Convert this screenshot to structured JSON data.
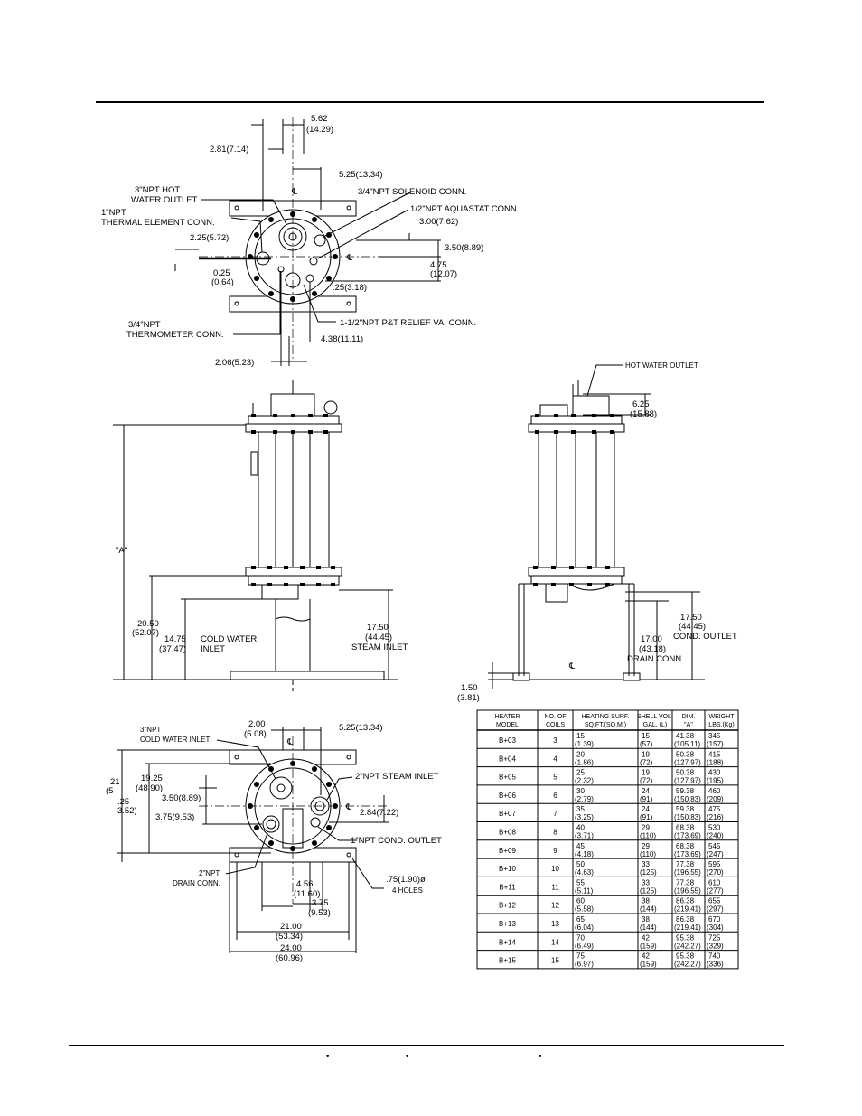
{
  "top_view": {
    "dim_5_62": "5.62",
    "dim_5_62_m": "(14.29)",
    "dim_2_81": "2.81(7.14)",
    "dim_5_25": "5.25(13.34)",
    "hot_outlet_1": "3\"NPT HOT",
    "hot_outlet_2": "WATER OUTLET",
    "solenoid": "3/4\"NPT SOLENOID CONN.",
    "thermal_1": "1\"NPT",
    "thermal_2": "THERMAL ELEMENT CONN.",
    "aquastat": "1/2\"NPT AQUASTAT CONN.",
    "dim_3_00": "3.00(7.62)",
    "dim_2_25": "2.25(5.72)",
    "dim_3_50": "3.50(8.89)",
    "dim_4_75": "4.75",
    "dim_4_75_m": "(12.07)",
    "dim_0_25": "0.25",
    "dim_0_25_m": "(0.64)",
    "dim_125": ".25(3.18)",
    "thermometer_1": "3/4\"NPT",
    "thermometer_2": "THERMOMETER CONN.",
    "relief": "1-1/2\"NPT P&T RELIEF VA. CONN.",
    "dim_4_38": "4.38(11.11)",
    "dim_2_06": "2.06(5.23)",
    "cl": "℄"
  },
  "front_view": {
    "dim_a": "\"A\"",
    "dim_20_50": "20.50",
    "dim_20_50_m": "(52.07)",
    "dim_14_75": "14.75",
    "dim_14_75_m": "(37.47)",
    "cold_1": "COLD WATER",
    "cold_2": "INLET",
    "dim_17_50": "17.50",
    "dim_17_50_m": "(44.45)",
    "steam_inlet": "STEAM INLET"
  },
  "side_view": {
    "hot_outlet": "HOT WATER OUTLET",
    "dim_6_25": "6.25",
    "dim_6_25_m": "(15.88)",
    "dim_17_50": "17.50",
    "dim_17_50_m": "(44.45)",
    "cond_outlet": "COND. OUTLET",
    "dim_17_00": "17.00",
    "dim_17_00_m": "(43.18)",
    "drain_conn": "DRAIN CONN.",
    "dim_1_50": "1.50",
    "dim_1_50_m": "(3.81)",
    "cl": "℄"
  },
  "bottom_view": {
    "cold_inlet_1": "3\"NPT",
    "cold_inlet_2": "COLD WATER INLET",
    "dim_2_00": "2.00",
    "dim_2_00_m": "(5.08)",
    "dim_5_25": "5.25(13.34)",
    "steam_inlet": "2\"NPT STEAM INLET",
    "dim_19_25": "19.25",
    "dim_19_25_m": "(48.90)",
    "dim_21": "21",
    "dim_21_m": "(5",
    "dim_1_25": ".25",
    "dim_1_25_m": "3.52)",
    "dim_3_50": "3.50(8.89)",
    "dim_2_84": "2.84(7.22)",
    "dim_3_75": "3.75(9.53)",
    "cond_outlet": "1\"NPT COND. OUTLET",
    "drain_1": "2\"NPT",
    "drain_2": "DRAIN CONN.",
    "holes_1": ".75(1.90)ø",
    "holes_2": "4 HOLES",
    "dim_4_56": "4.56",
    "dim_4_56_m": "(11.60)",
    "dim_3_75b": "3.75",
    "dim_3_75b_m": "(9.53)",
    "dim_21_00": "21.00",
    "dim_21_00_m": "(53.34)",
    "dim_24_00": "24.00",
    "dim_24_00_m": "(60.96)",
    "cl": "℄"
  },
  "table": {
    "headers": [
      [
        "HEATER",
        "MODEL"
      ],
      [
        "NO. OF",
        "COILS"
      ],
      [
        "HEATING SURF.",
        "SQ.FT.(SQ.M.)"
      ],
      [
        "SHELL VOL.",
        "GAL. (L)"
      ],
      [
        "DIM.",
        "\"A\""
      ],
      [
        "WEIGHT",
        "LBS.(Kg)"
      ]
    ],
    "rows": [
      [
        "B+03",
        "3",
        "15",
        "(1.39)",
        "15",
        "(57)",
        "41.38",
        "(105.11)",
        "345",
        "(157)"
      ],
      [
        "B+04",
        "4",
        "20",
        "(1.86)",
        "19",
        "(72)",
        "50.38",
        "(127.97)",
        "415",
        "(188)"
      ],
      [
        "B+05",
        "5",
        "25",
        "(2.32)",
        "19",
        "(72)",
        "50.38",
        "(127.97)",
        "430",
        "(195)"
      ],
      [
        "B+06",
        "6",
        "30",
        "(2.79)",
        "24",
        "(91)",
        "59.38",
        "(150.83)",
        "460",
        "(209)"
      ],
      [
        "B+07",
        "7",
        "35",
        "(3.25)",
        "24",
        "(91)",
        "59.38",
        "(150.83)",
        "475",
        "(216)"
      ],
      [
        "B+08",
        "8",
        "40",
        "(3.71)",
        "29",
        "(110)",
        "68.38",
        "(173.69)",
        "530",
        "(240)"
      ],
      [
        "B+09",
        "9",
        "45",
        "(4.18)",
        "29",
        "(110)",
        "68.38",
        "(173.69)",
        "545",
        "(247)"
      ],
      [
        "B+10",
        "10",
        "50",
        "(4.63)",
        "33",
        "(125)",
        "77.38",
        "(196.55)",
        "595",
        "(270)"
      ],
      [
        "B+11",
        "11",
        "55",
        "(5.11)",
        "33",
        "(125)",
        "77.38",
        "(196.55)",
        "610",
        "(277)"
      ],
      [
        "B+12",
        "12",
        "60",
        "(5.58)",
        "38",
        "(144)",
        "86.38",
        "(219.41)",
        "655",
        "(297)"
      ],
      [
        "B+13",
        "13",
        "65",
        "(6.04)",
        "38",
        "(144)",
        "86.38",
        "(219.41)",
        "670",
        "(304)"
      ],
      [
        "B+14",
        "14",
        "70",
        "(6.49)",
        "42",
        "(159)",
        "95.38",
        "(242.27)",
        "725",
        "(329)"
      ],
      [
        "B+15",
        "15",
        "75",
        "(6.97)",
        "42",
        "(159)",
        "95.38",
        "(242.27)",
        "740",
        "(336)"
      ]
    ]
  },
  "footer": {
    "bullet": "•"
  }
}
